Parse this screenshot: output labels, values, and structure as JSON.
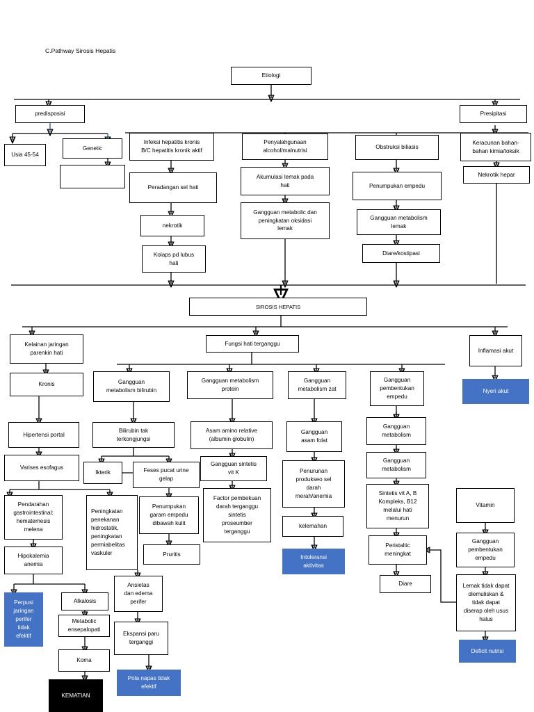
{
  "title": "C.Pathway Sirosis Hepatis",
  "colors": {
    "accent_blue": "#4472C4",
    "terminal_black": "#000000",
    "box_border": "#000000",
    "blue_arrow": "#2F5597"
  },
  "diagram": {
    "type": "flowchart",
    "topic": "Sirosis Hepatis (Liver Cirrhosis) Pathway",
    "nodes": [
      {
        "id": "etiologi",
        "label": "Etiologi",
        "style": "plain"
      },
      {
        "id": "predisposisi",
        "label": "predisposisi",
        "style": "plain"
      },
      {
        "id": "presipitasi",
        "label": "Presipitasi",
        "style": "plain"
      },
      {
        "id": "usia",
        "label": "Usia 45-54",
        "style": "plain"
      },
      {
        "id": "genetic",
        "label": "Genetic",
        "style": "plain"
      },
      {
        "id": "empty1",
        "label": "",
        "style": "plain"
      },
      {
        "id": "infeksi",
        "label": "Infeksi hepatitis kronis\nB/C hepatitis kronik aktif",
        "style": "plain"
      },
      {
        "id": "peradangan",
        "label": "Peradangan  sel hati",
        "style": "plain"
      },
      {
        "id": "nekrotik",
        "label": "nekrotik",
        "style": "plain"
      },
      {
        "id": "kolaps",
        "label": "Kolaps pd lubus\nhati",
        "style": "plain"
      },
      {
        "id": "penyalahgunaan",
        "label": "Penyalahgunaan\nalcohol/malnutrisi",
        "style": "plain"
      },
      {
        "id": "akumulasi",
        "label": "Akumulasi lemak pada\nhati",
        "style": "plain"
      },
      {
        "id": "gangguanmetab",
        "label": "Gangguan metabolic dan\npeningkatan oksidasi\nlemak",
        "style": "plain"
      },
      {
        "id": "obstruksi",
        "label": "Obstruksi biliasis",
        "style": "plain"
      },
      {
        "id": "penumpukanemp",
        "label": "Penumpukan empedu",
        "style": "plain"
      },
      {
        "id": "gangglemak",
        "label": "Gangguan metabolism\nlemak",
        "style": "plain"
      },
      {
        "id": "diarekos",
        "label": "Diare/kostipasi",
        "style": "plain"
      },
      {
        "id": "keracunan",
        "label": "Keracunan bahan-\nbahan kimia/toksik",
        "style": "plain"
      },
      {
        "id": "nekrotikhepar",
        "label": "Nekrotik hepar",
        "style": "plain"
      },
      {
        "id": "sirosis",
        "label": "SIROSIS HEPATIS",
        "style": "plain"
      },
      {
        "id": "kelainan",
        "label": "Kelainan jaringan\nparenkin hati",
        "style": "plain"
      },
      {
        "id": "kronis",
        "label": "Kronis",
        "style": "plain"
      },
      {
        "id": "fungsihati",
        "label": "Fungsi hati terganggu",
        "style": "plain"
      },
      {
        "id": "inflamasi",
        "label": "Inflamasi akut",
        "style": "plain"
      },
      {
        "id": "nyeriakut",
        "label": "Nyeri akut",
        "style": "blue"
      },
      {
        "id": "ggbilirubin",
        "label": "Gangguan\nmetabolism bilirubin",
        "style": "plain"
      },
      {
        "id": "ggprotein",
        "label": "Gangguan metabolism\nprotein",
        "style": "plain"
      },
      {
        "id": "ggzat",
        "label": "Gangguan\nmetabolism zat",
        "style": "plain"
      },
      {
        "id": "ggempedu",
        "label": "Gangguan\npembentukan\nempedu",
        "style": "plain"
      },
      {
        "id": "hipertensi",
        "label": "Hipertensi portal",
        "style": "plain"
      },
      {
        "id": "varises",
        "label": "Varises esofagus",
        "style": "plain"
      },
      {
        "id": "bilirubin",
        "label": "Bilirubin tak\nterkongjungsi",
        "style": "plain"
      },
      {
        "id": "ikterik",
        "label": "Ikterik",
        "style": "plain"
      },
      {
        "id": "feses",
        "label": "Feses pucat urine\ngelap",
        "style": "plain"
      },
      {
        "id": "asamamino",
        "label": "Asam amino relative\n(albumin globulin)",
        "style": "plain"
      },
      {
        "id": "ggsintetis",
        "label": "Gangguan sintetis\nvit K",
        "style": "plain"
      },
      {
        "id": "factor",
        "label": "Factor pembekuan\ndarah terganggu\nsintetis\nproseumber\nterganggu",
        "style": "plain"
      },
      {
        "id": "ggfolat",
        "label": "Gangguan\nasam folat",
        "style": "plain"
      },
      {
        "id": "penurunan",
        "label": "Penurunan\nprodukseo sel\ndarah\nmerah/anemia",
        "style": "plain"
      },
      {
        "id": "kelemahan",
        "label": "kelemahan",
        "style": "plain"
      },
      {
        "id": "intoleransi",
        "label": "Intoleransi\naktivitas",
        "style": "blue"
      },
      {
        "id": "ggmetab1",
        "label": "Gangguan\nmetabolism",
        "style": "plain"
      },
      {
        "id": "ggmetab2",
        "label": "Gangguan\nmetabolism",
        "style": "plain"
      },
      {
        "id": "sintetisvit",
        "label": "Sintetis vit A, B\nKompleks, B12\nmelalui hati\nmenurun",
        "style": "plain"
      },
      {
        "id": "peristaltic",
        "label": "Peristaltic\nmeningkat",
        "style": "plain"
      },
      {
        "id": "diare",
        "label": "Diare",
        "style": "plain"
      },
      {
        "id": "vitamin",
        "label": "Vitamin",
        "style": "plain"
      },
      {
        "id": "ggpembentukan",
        "label": "Gangguan\npembentukan\nempedu",
        "style": "plain"
      },
      {
        "id": "lemaktidak",
        "label": "Lemak tidak dapat\ndiemuliskan &\ntidak dapat\ndiserap oleh usus\nhalus",
        "style": "plain"
      },
      {
        "id": "deficit",
        "label": "Deficit nutrisi",
        "style": "blue"
      },
      {
        "id": "pendarahan",
        "label": "Pendarahan\ngastrointestinal:\nhematemesis\nmelena",
        "style": "plain"
      },
      {
        "id": "hipokalemia",
        "label": "Hipokalemia\nanemia",
        "style": "plain"
      },
      {
        "id": "perpusi",
        "label": "Perpusi\njaringan\nperifer\ntidak\nefektif",
        "style": "blue"
      },
      {
        "id": "peningkatan",
        "label": "Peningkatan\npenekanan\nhidrostatik,\npeningkatan\npermiabelitas\nvaskuler",
        "style": "plain"
      },
      {
        "id": "penumpukangaram",
        "label": "Penumpukan\ngaram empedu\ndibawah kulit",
        "style": "plain"
      },
      {
        "id": "pruritis",
        "label": "Pruritis",
        "style": "plain"
      },
      {
        "id": "alkalosis",
        "label": "Alkalosis",
        "style": "plain"
      },
      {
        "id": "metabolic",
        "label": "Metabolic\nensepalopati",
        "style": "plain"
      },
      {
        "id": "koma",
        "label": "Koma",
        "style": "plain"
      },
      {
        "id": "kematian",
        "label": "KEMATIAN",
        "style": "black"
      },
      {
        "id": "ansietas",
        "label": "Ansietas\ndan edema\nperifer",
        "style": "plain"
      },
      {
        "id": "ekspansi",
        "label": "Ekspansi paru\nterganggi",
        "style": "plain"
      },
      {
        "id": "polanapas",
        "label": "Pola napas tidak\nefektif",
        "style": "blue"
      }
    ]
  }
}
